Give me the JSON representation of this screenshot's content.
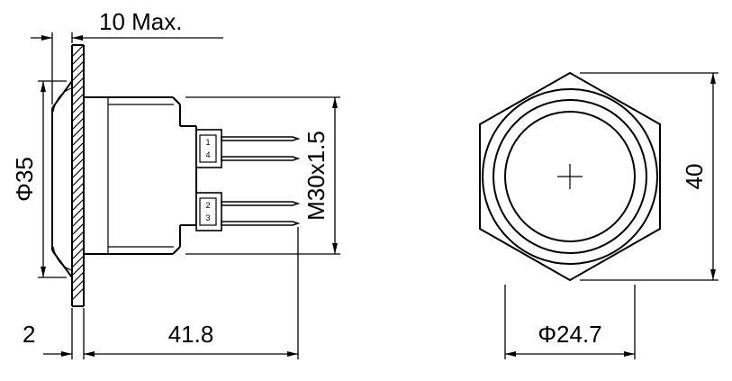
{
  "side_view": {
    "dim_protrusion": "10 Max.",
    "dim_flange_diameter": "Φ35",
    "dim_thread": "M30x1.5",
    "dim_length": "41.8",
    "dim_panel_thickness": "2",
    "terminal_marks": {
      "t1": "1",
      "t2": "4",
      "t3": "2",
      "t4": "3"
    }
  },
  "front_view": {
    "dim_height": "40",
    "dim_face_diameter": "Φ24.7"
  },
  "colors": {
    "line": "#000000",
    "background": "#ffffff"
  }
}
